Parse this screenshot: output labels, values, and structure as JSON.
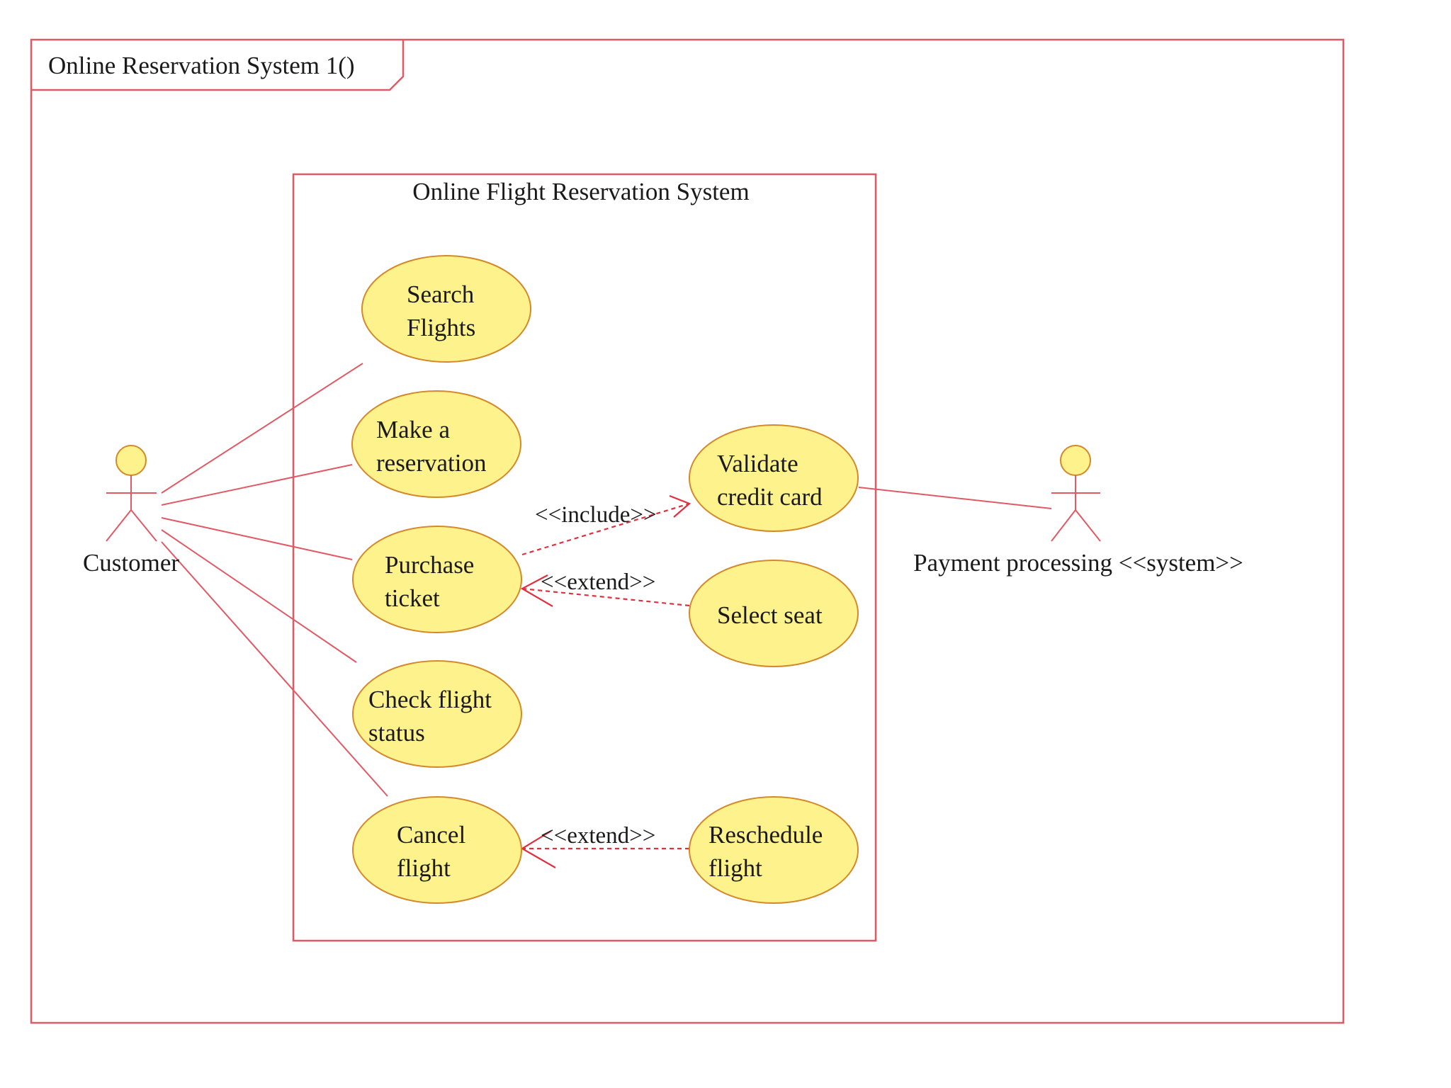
{
  "frame": {
    "title": "Online Reservation System 1()"
  },
  "system": {
    "title": "Online Flight Reservation System"
  },
  "actors": {
    "customer": {
      "name": "Customer"
    },
    "payment": {
      "name": "Payment processing <<system>>"
    }
  },
  "use_cases": {
    "search_flights": {
      "line1": "Search",
      "line2": "Flights"
    },
    "make_reservation": {
      "line1": "Make a",
      "line2": "reservation"
    },
    "purchase_ticket": {
      "line1": "Purchase",
      "line2": "ticket"
    },
    "check_status": {
      "line1": "Check flight",
      "line2": "status"
    },
    "cancel_flight": {
      "line1": "Cancel",
      "line2": "flight"
    },
    "validate_card": {
      "line1": "Validate",
      "line2": "credit card"
    },
    "select_seat": {
      "line1": "Select seat"
    },
    "reschedule_flight": {
      "line1": "Reschedule",
      "line2": "flight"
    }
  },
  "relations": {
    "include": "<<include>>",
    "extend_seat": "<<extend>>",
    "extend_reschedule": "<<extend>>"
  },
  "colors": {
    "line": "#e05a66",
    "usecase_fill": "#fdf28c",
    "usecase_stroke": "#d4892a",
    "actor_fill": "#fdf28c"
  }
}
